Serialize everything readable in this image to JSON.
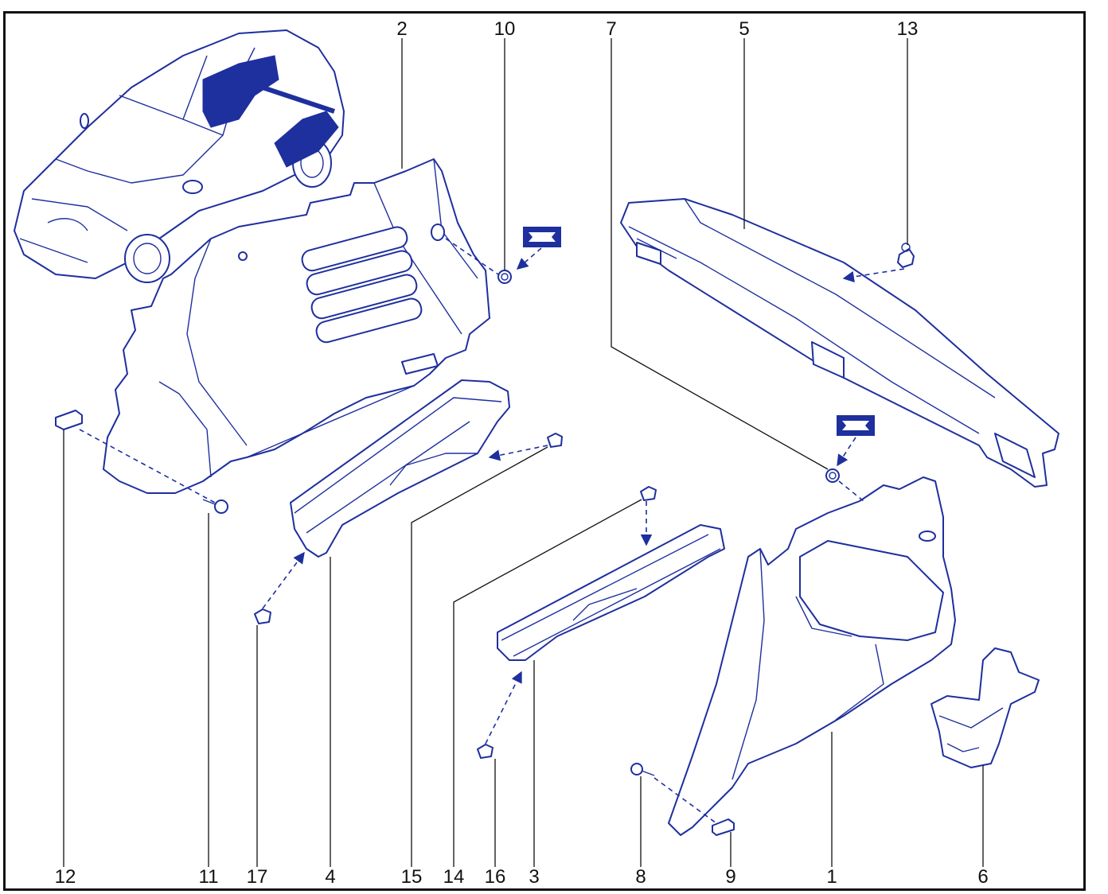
{
  "callouts": [
    {
      "id": "c2",
      "label": "2"
    },
    {
      "id": "c10",
      "label": "10"
    },
    {
      "id": "c7",
      "label": "7"
    },
    {
      "id": "c5",
      "label": "5"
    },
    {
      "id": "c13",
      "label": "13"
    },
    {
      "id": "c12",
      "label": "12"
    },
    {
      "id": "c11",
      "label": "11"
    },
    {
      "id": "c17",
      "label": "17"
    },
    {
      "id": "c4",
      "label": "4"
    },
    {
      "id": "c15",
      "label": "15"
    },
    {
      "id": "c14",
      "label": "14"
    },
    {
      "id": "c16",
      "label": "16"
    },
    {
      "id": "c3",
      "label": "3"
    },
    {
      "id": "c8",
      "label": "8"
    },
    {
      "id": "c9",
      "label": "9"
    },
    {
      "id": "c1",
      "label": "1"
    },
    {
      "id": "c6",
      "label": "6"
    }
  ],
  "colors": {
    "line": "#1e2f9e",
    "text": "#111111",
    "background": "#ffffff"
  }
}
